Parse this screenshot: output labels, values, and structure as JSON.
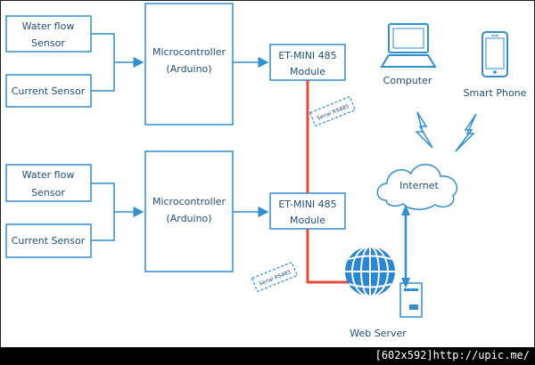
{
  "colors": {
    "box_stroke": "#2f8fd0",
    "text": "#1f4e79",
    "serial_line": "#e8483a",
    "net_line": "#2f8fd0",
    "globe": "#2a86d6",
    "footer_bg": "#000000",
    "footer_text": "#ffffff"
  },
  "group1": {
    "sensor_top": [
      "Water flow",
      "Sensor"
    ],
    "sensor_bottom": "Current Sensor",
    "mcu": [
      "Microcontroller",
      "(Arduino)"
    ],
    "module": [
      "ET-MINI 485",
      "Module"
    ]
  },
  "group2": {
    "sensor_top": [
      "Water flow",
      "Sensor"
    ],
    "sensor_bottom": "Current Sensor",
    "mcu": [
      "Microcontroller",
      "(Arduino)"
    ],
    "module": [
      "ET-MINI 485",
      "Module"
    ]
  },
  "links": {
    "serial_upper": "Serial RS485",
    "serial_lower": "Serial RS485"
  },
  "network": {
    "computer": "Computer",
    "smartphone": "Smart Phone",
    "internet": "Internet",
    "web_server": "Web Server"
  },
  "icons": [
    "computer-icon",
    "smartphone-icon",
    "globe-icon",
    "server-icon",
    "cloud-icon",
    "lightning-icon"
  ],
  "footer": {
    "caption": "[602x592]http://upic.me/"
  }
}
